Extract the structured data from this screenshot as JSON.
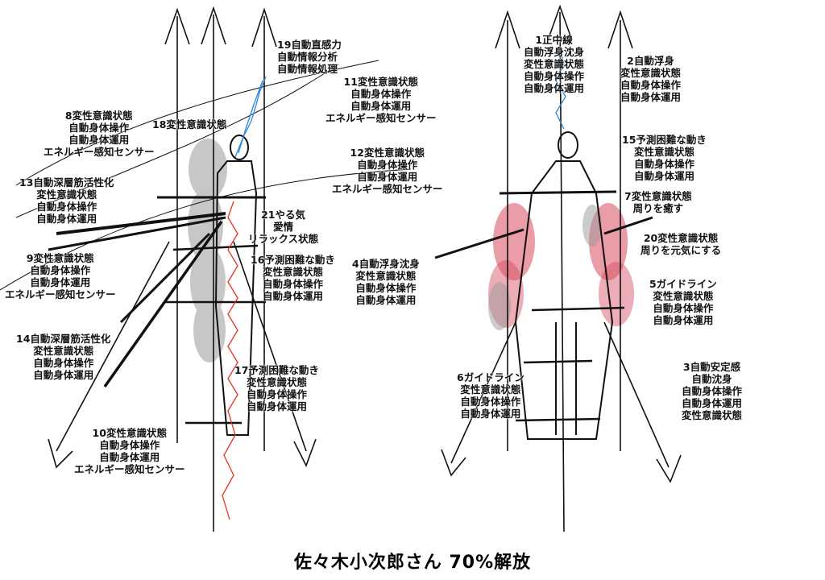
{
  "caption": "佐々木小次郎さん 70%解放",
  "labels": {
    "l1": "1正中線\n自動浮身沈身\n変性意識状態\n自動身体操作\n自動身体運用",
    "l2": "2自動浮身\n変性意識状態\n自動身体操作\n自動身体運用",
    "l3": "3自動安定感\n自動沈身\n自動身体操作\n自動身体運用\n変性意識状態",
    "l4": "4自動浮身沈身\n変性意識状態\n自動身体操作\n自動身体運用",
    "l5": "5ガイドライン\n変性意識状態\n自動身体操作\n自動身体運用",
    "l6": "6ガイドライン\n変性意識状態\n自動身体操作\n自動身体運用",
    "l7": "7変性意識状態\n周りを癒す",
    "l8": "8変性意識状態\n自動身体操作\n自動身体運用\nエネルギー感知センサー",
    "l9": "9変性意識状態\n自動身体操作\n自動身体運用\nエネルギー感知センサー",
    "l10": "10変性意識状態\n自動身体操作\n自動身体運用\nエネルギー感知センサー",
    "l11": "11変性意識状態\n自動身体操作\n自動身体運用\nエネルギー感知センサー",
    "l12": "12変性意識状態\n自動身体操作\n自動身体運用\nエネルギー感知センサー",
    "l13": "13自動深層筋活性化\n変性意識状態\n自動身体操作\n自動身体運用",
    "l14": "14自動深層筋活性化\n変性意識状態\n自動身体操作\n自動身体運用",
    "l15": "15予測困難な動き\n変性意識状態\n自動身体操作\n自動身体運用",
    "l16": "16予測困難な動き\n変性意識状態\n自動身体操作\n自動身体運用",
    "l17": "17予測困難な動き\n変性意識状態\n自動身体操作\n自動身体運用",
    "l18": "18変性意識状態",
    "l19": "19自動直感力\n自動情報分析\n自動情報処理",
    "l20": "20変性意識状態\n周りを元気にする",
    "l21": "21やる気\n愛情\nリラックス状態"
  },
  "colors": {
    "ink": "#111111",
    "shade": "#9a9a9a",
    "redline": "#e8321e",
    "blueline": "#2a86d8",
    "pink": "#d84a5e"
  }
}
